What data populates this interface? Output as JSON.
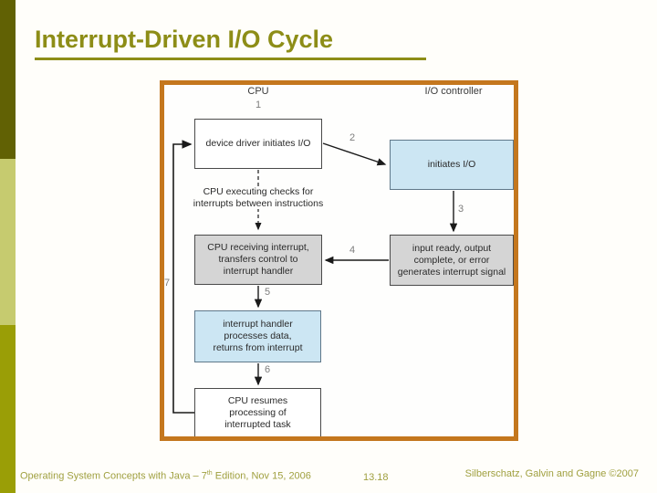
{
  "slide": {
    "title": "Interrupt-Driven I/O Cycle",
    "footer": {
      "left_prefix": "Operating System Concepts with Java – 7",
      "left_superscript": "th",
      "left_suffix": " Edition, Nov 15, 2006",
      "page_number": "13.18",
      "right": "Silberschatz, Galvin and Gagne ©2007"
    }
  },
  "diagram": {
    "column_labels": {
      "cpu": "CPU",
      "io_controller": "I/O controller"
    },
    "steps": [
      "1",
      "2",
      "3",
      "4",
      "5",
      "6",
      "7"
    ],
    "nodes": {
      "device_driver": {
        "lines": [
          "device driver initiates I/O"
        ]
      },
      "initiates_io": {
        "lines": [
          "initiates I/O"
        ]
      },
      "cpu_executing_note": {
        "lines": [
          "CPU executing checks for",
          "interrupts between instructions"
        ]
      },
      "cpu_receiving": {
        "lines": [
          "CPU receiving interrupt,",
          "transfers control to",
          "interrupt handler"
        ]
      },
      "input_ready": {
        "lines": [
          "input ready, output",
          "complete, or error",
          "generates interrupt signal"
        ]
      },
      "interrupt_handler": {
        "lines": [
          "interrupt handler",
          "processes data,",
          "returns from interrupt"
        ]
      },
      "cpu_resumes": {
        "lines": [
          "CPU resumes",
          "processing of",
          "interrupted task"
        ]
      }
    }
  },
  "colors": {
    "title_olive": "#8d8d17",
    "sidebar_top": "#616104",
    "sidebar_middle": "#c6cb6f",
    "sidebar_bottom": "#9a9e06",
    "diagram_border_orange": "#c4771e",
    "node_blue": "#cce6f3",
    "node_gray": "#d5d5d5",
    "footer_olive": "#a0a040"
  }
}
